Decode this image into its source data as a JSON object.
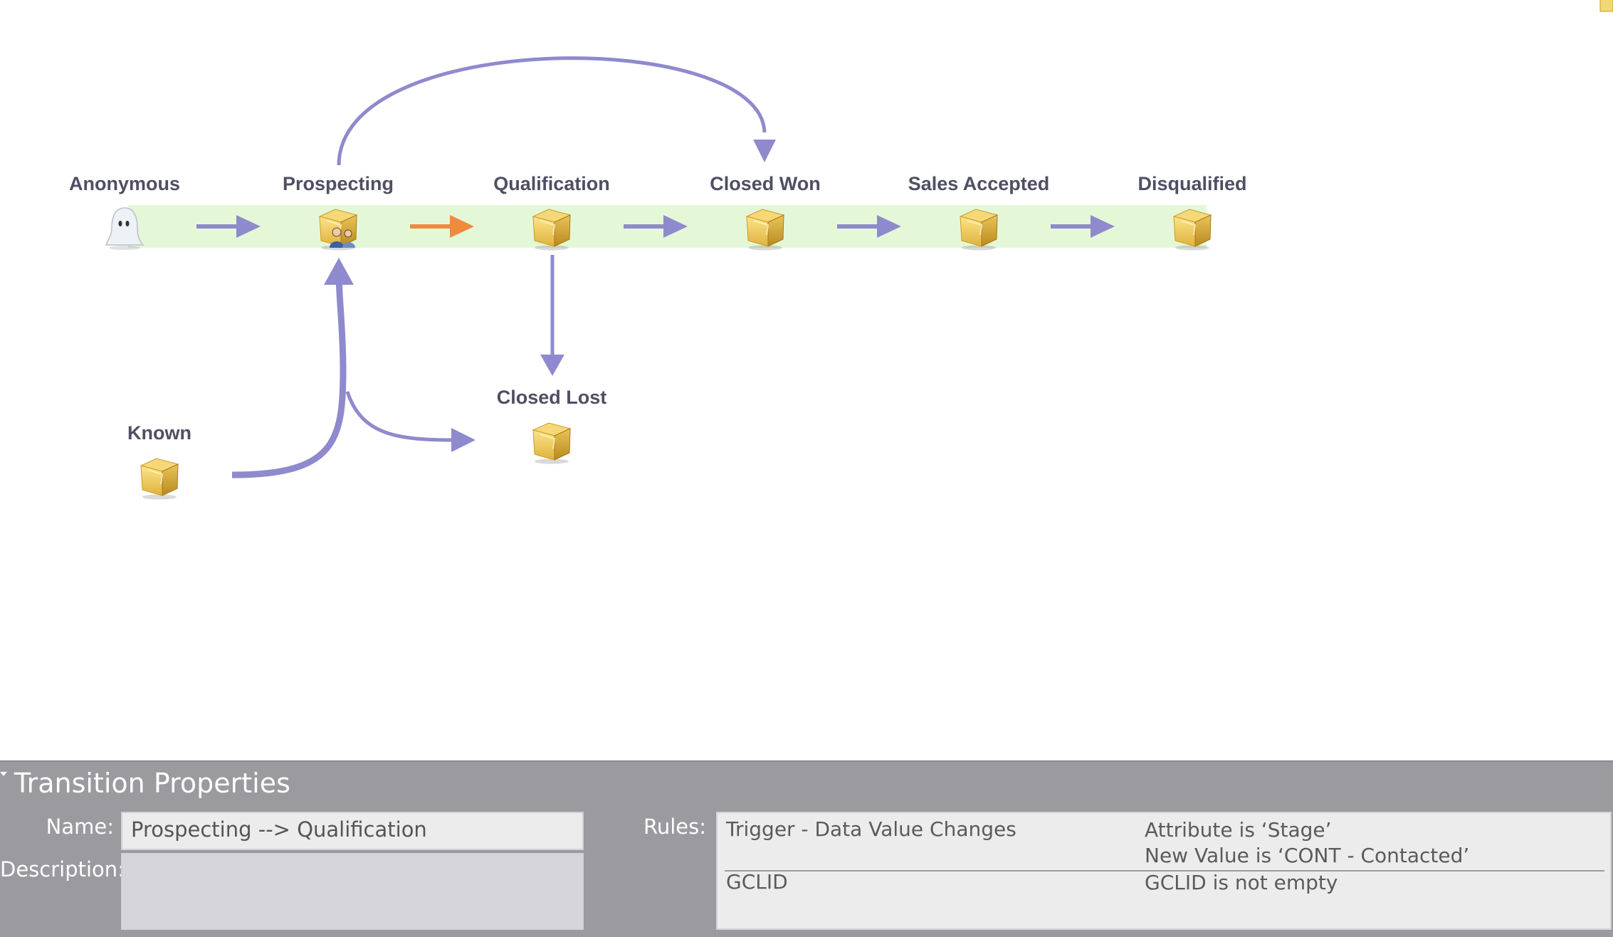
{
  "stages": {
    "anonymous": "Anonymous",
    "prospecting": "Prospecting",
    "qualification": "Qualification",
    "closed_won": "Closed Won",
    "sales_accepted": "Sales Accepted",
    "disqualified": "Disqualified",
    "closed_lost": "Closed Lost",
    "known": "Known"
  },
  "colors": {
    "track": "#e4f8d8",
    "arrow": "#8f8acd",
    "selected_arrow": "#f08a3c",
    "panel": "#9a9a9f"
  },
  "panel": {
    "title": "Transition Properties",
    "name_label": "Name:",
    "name_value": "Prospecting --> Qualification",
    "description_label": "Description:",
    "description_value": "",
    "rules_label": "Rules:",
    "rules": [
      {
        "name": "Trigger - Data Value Changes",
        "conditions": [
          "Attribute is ‘Stage’",
          "New Value is ‘CONT - Contacted’"
        ]
      },
      {
        "name": "GCLID",
        "conditions": [
          "GCLID is not empty"
        ]
      }
    ]
  },
  "icons": {
    "anonymous": "ghost-icon",
    "stage": "box-icon",
    "prospecting": "box-with-people-icon",
    "collapse": "collapse-triangle-icon"
  }
}
